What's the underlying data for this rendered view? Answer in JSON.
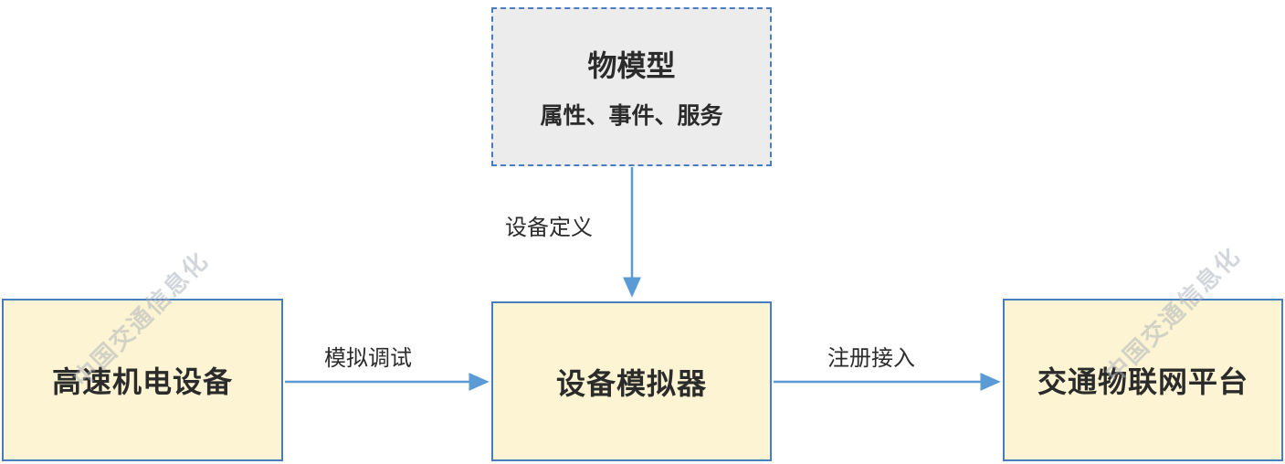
{
  "diagram": {
    "model_box": {
      "title": "物模型",
      "subtitle": "属性、事件、服务"
    },
    "left_box": {
      "label": "高速机电设备"
    },
    "center_box": {
      "label": "设备模拟器"
    },
    "right_box": {
      "label": "交通物联网平台"
    },
    "arrows": {
      "define_label": "设备定义",
      "simulate_label": "模拟调试",
      "register_label": "注册接入"
    },
    "watermark": "中国交通信息化",
    "colors": {
      "node_fill": "#fcf4d2",
      "node_border": "#4a7cc0",
      "model_fill": "#ececec",
      "arrow": "#5b9bd5"
    }
  }
}
